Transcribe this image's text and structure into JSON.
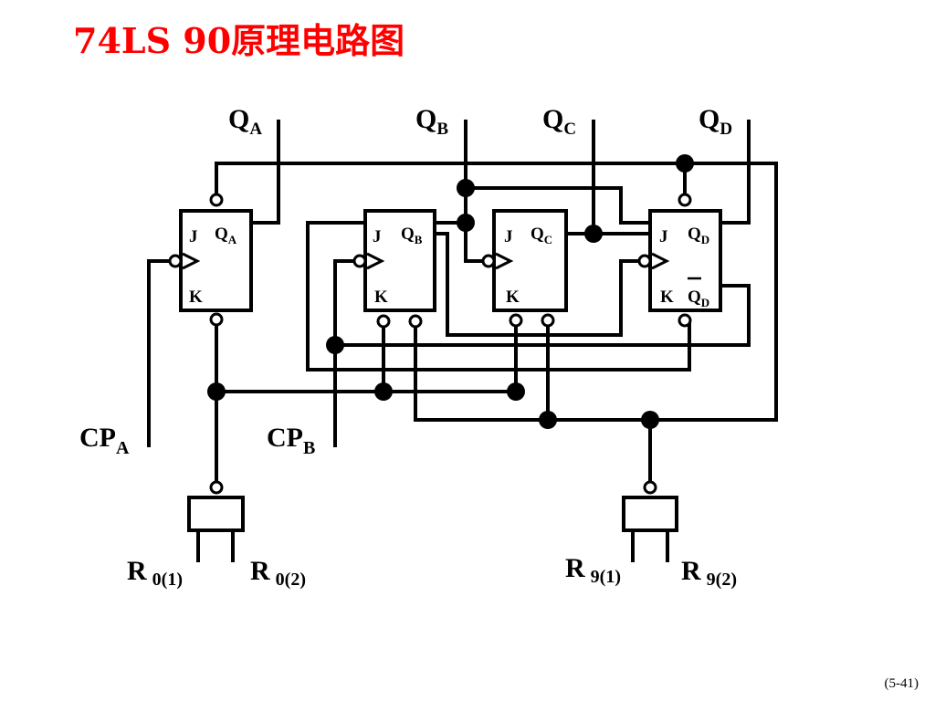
{
  "title": "74LS 90原理电路图",
  "footnote": "(5-41)",
  "outputs": [
    {
      "main": "Q",
      "sub": "A"
    },
    {
      "main": "Q",
      "sub": "B"
    },
    {
      "main": "Q",
      "sub": "C"
    },
    {
      "main": "Q",
      "sub": "D"
    }
  ],
  "flip_flops": [
    {
      "j": "J",
      "k": "K",
      "q": "Q",
      "q_sub": "A"
    },
    {
      "j": "J",
      "k": "K",
      "q": "Q",
      "q_sub": "B"
    },
    {
      "j": "J",
      "k": "K",
      "q": "Q",
      "q_sub": "C"
    },
    {
      "j": "J",
      "k": "K",
      "q": "Q",
      "q_sub": "D",
      "qbar": "Q",
      "qbar_sub": "D"
    }
  ],
  "clocks": [
    {
      "main": "CP",
      "sub": "A"
    },
    {
      "main": "CP",
      "sub": "B"
    }
  ],
  "resets": [
    {
      "main": "R",
      "sub": "0(1)"
    },
    {
      "main": "R",
      "sub": "0(2)"
    },
    {
      "main": "R",
      "sub": "9(1)"
    },
    {
      "main": "R",
      "sub": "9(2)"
    }
  ]
}
